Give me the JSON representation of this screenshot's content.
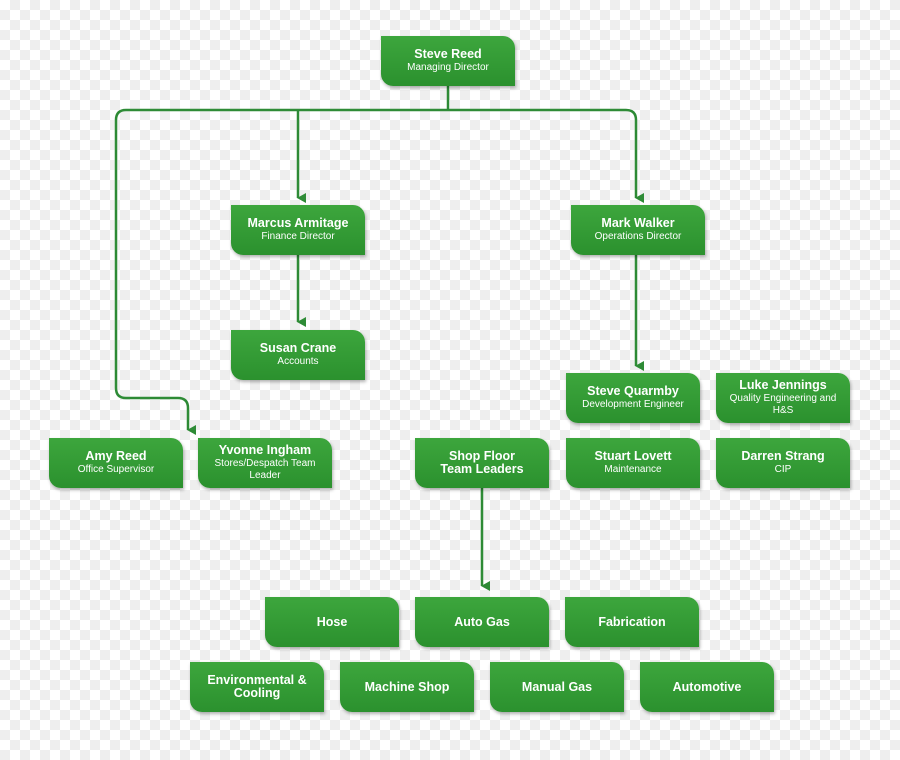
{
  "org_chart": {
    "managing_director": {
      "name": "Steve Reed",
      "role": "Managing Director"
    },
    "finance_director": {
      "name": "Marcus Armitage",
      "role": "Finance Director"
    },
    "operations_director": {
      "name": "Mark Walker",
      "role": "Operations Director"
    },
    "accounts": {
      "name": "Susan Crane",
      "role": "Accounts"
    },
    "office_supervisor": {
      "name": "Amy Reed",
      "role": "Office Supervisor"
    },
    "stores_team_leader": {
      "name": "Yvonne Ingham",
      "role": "Stores/Despatch Team Leader"
    },
    "shop_floor": {
      "name": "Shop Floor\nTeam Leaders"
    },
    "development_engineer": {
      "name": "Steve Quarmby",
      "role": "Development Engineer"
    },
    "quality_engineering": {
      "name": "Luke Jennings",
      "role": "Quality Engineering and H&S"
    },
    "maintenance": {
      "name": "Stuart Lovett",
      "role": "Maintenance"
    },
    "cip": {
      "name": "Darren Strang",
      "role": "CIP"
    },
    "departments": {
      "hose": "Hose",
      "auto_gas": "Auto Gas",
      "fabrication": "Fabrication",
      "environmental_cooling": "Environmental &\nCooling",
      "machine_shop": "Machine Shop",
      "manual_gas": "Manual Gas",
      "automotive": "Automotive"
    }
  },
  "colors": {
    "box": "#2e962f",
    "line": "#2e8b36"
  }
}
